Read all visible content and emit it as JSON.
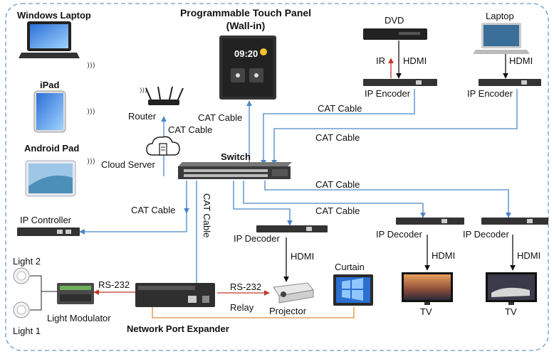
{
  "title": {
    "line1": "Programmable Touch Panel",
    "line2": "(Wall-in)"
  },
  "panel": {
    "time": "09:20"
  },
  "devices": {
    "windows_laptop": "Windows Laptop",
    "ipad": "iPad",
    "android_pad": "Android Pad",
    "router": "Router",
    "cloud_server": "Cloud Server",
    "switch": "Switch",
    "ip_controller": "IP Controller",
    "dvd": "DVD",
    "laptop": "Laptop",
    "ip_encoder_1": "IP Encoder",
    "ip_encoder_2": "IP Encoder",
    "ip_decoder_1": "IP Decoder",
    "ip_decoder_2": "IP Decoder",
    "ip_decoder_3": "IP Decoder",
    "light_2": "Light 2",
    "light_1": "Light 1",
    "light_modulator": "Light Modulator",
    "network_port_expander": "Network Port Expander",
    "projector": "Projector",
    "curtain": "Curtain",
    "tv_1": "TV",
    "tv_2": "TV"
  },
  "connections": {
    "cat_router": "CAT Cable",
    "cat_panel": "CAT Cable",
    "cat_enc1": "CAT Cable",
    "cat_enc2": "CAT Cable",
    "cat_dec2": "CAT Cable",
    "cat_dec1": "CAT Cable",
    "cat_controller": "CAT Cable",
    "cat_expander": "CAT Cable",
    "ir": "IR",
    "hdmi_dvd": "HDMI",
    "hdmi_laptop": "HDMI",
    "hdmi_dec1": "HDMI",
    "hdmi_dec2": "HDMI",
    "hdmi_dec3": "HDMI",
    "rs232_light": "RS-232",
    "rs232_projector": "RS-232",
    "relay": "Relay"
  },
  "colors": {
    "cat": "#4a86c8",
    "hdmi": "#111111",
    "ir": "#c0392b",
    "rs232": "#c0392b",
    "relay": "#e08a3c",
    "border": "#6a9bd1"
  }
}
